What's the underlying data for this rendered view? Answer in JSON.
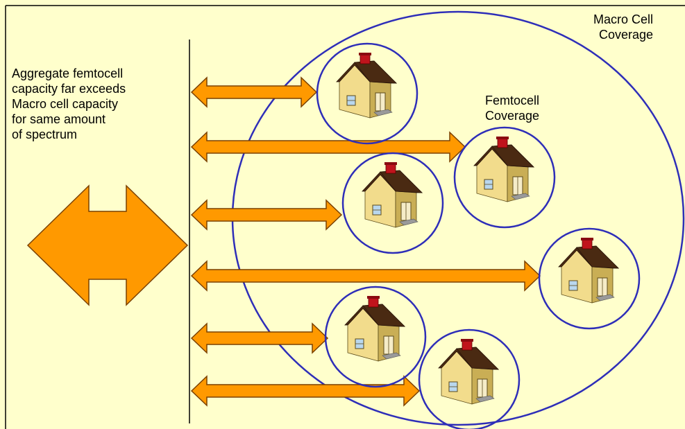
{
  "colors": {
    "background": "#FFFFCC",
    "arrow_fill": "#FF9900",
    "arrow_stroke": "#7A4000",
    "circle_stroke": "#2E2EB8",
    "house_wall": "#F2DC8C",
    "house_wall_shade": "#C9AE55",
    "house_roof": "#4A2A12",
    "house_chimney": "#C0141C",
    "house_window": "#B9D7EE",
    "house_step": "#9A9A9A"
  },
  "icons": {
    "house": "house-icon",
    "arrow": "double-arrow-icon"
  },
  "labels": {
    "aggregate": [
      "Aggregate femtocell",
      "capacity far exceeds",
      "Macro cell capacity",
      "for same amount",
      "of spectrum"
    ],
    "macro": [
      "Macro Cell",
      "Coverage"
    ],
    "femto": [
      "Femtocell",
      "Coverage"
    ]
  },
  "femtocells": [
    {
      "id": "femtocell-1"
    },
    {
      "id": "femtocell-2"
    },
    {
      "id": "femtocell-3"
    },
    {
      "id": "femtocell-4"
    },
    {
      "id": "femtocell-5"
    },
    {
      "id": "femtocell-6"
    }
  ]
}
